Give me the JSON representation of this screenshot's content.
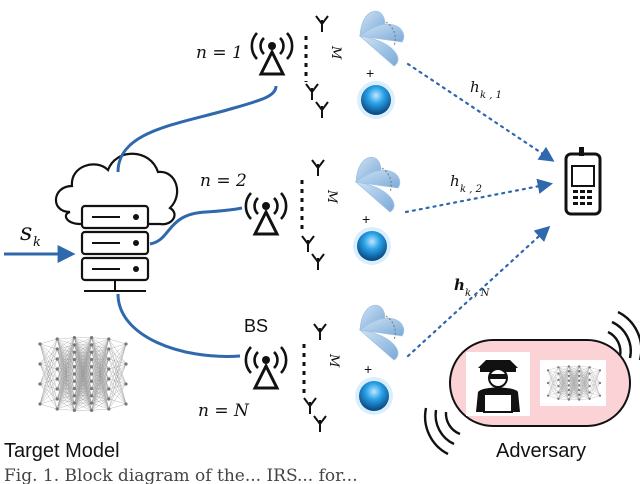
{
  "diagram": {
    "input_symbol": "s",
    "input_subscript": "k",
    "server_label": "Target Model",
    "adversary_label": "Adversary",
    "bs_label": "BS",
    "base_stations": [
      {
        "n_label": "n = 1",
        "antenna_label": "M",
        "channel_label": "h",
        "channel_sub": "k , 1"
      },
      {
        "n_label": "n = 2",
        "antenna_label": "M",
        "channel_label": "h",
        "channel_sub": "k , 2"
      },
      {
        "n_label": "n = N",
        "antenna_label": "M",
        "channel_label": "h",
        "channel_sub": "k , N"
      }
    ],
    "plus_sign": "+",
    "caption": "Fig. 1. Block diagram of the... IRS... for..."
  },
  "colors": {
    "link_blue": "#2f68ad",
    "beam_blue": "#8fb8e0",
    "orb_blue": "#1b8fd6",
    "adversary_fill": "#fbd3d7",
    "dotted": "#2f68ad"
  }
}
